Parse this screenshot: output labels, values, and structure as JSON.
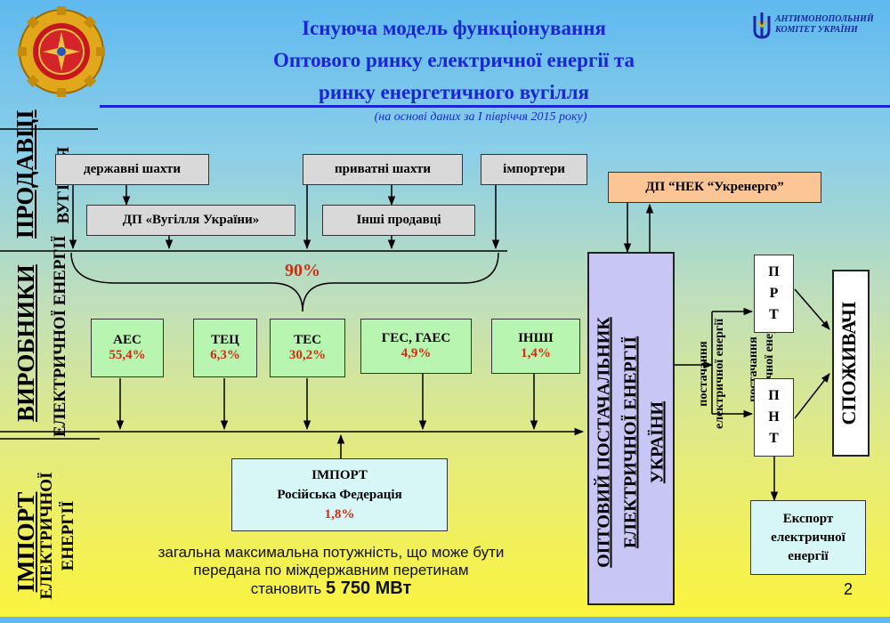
{
  "header": {
    "title_line1": "Існуюча модель функціонування",
    "title_line2": "Оптового ринку електричної енергії та",
    "title_line3": "ринку енергетичного вугілля",
    "subtitle": "(на основі даних за І півріччя 2015 року)",
    "logo_right_line1": "АНТИМОНОПОЛЬНИЙ",
    "logo_right_line2": "КОМІТЕТ УКРАЇНИ"
  },
  "side_labels": {
    "sellers_main": "ПРОДАВЦІ",
    "sellers_sub": "ВУГІЛЛЯ",
    "producers_main": "ВИРОБНИКИ",
    "producers_sub": "ЕЛЕКТРИЧНОЇ ЕНЕРГІЇ",
    "import_main": "ІМПОРТ",
    "import_sub": "ЕЛЕКТРИЧНОЇ ЕНЕРГІЇ"
  },
  "coal": {
    "state_mines": "державні шахти",
    "private_mines": "приватні шахти",
    "importers": "імпортери",
    "dp_coal": "ДП «Вугілля України»",
    "other_sellers": "Інші продавці",
    "share": "90%"
  },
  "producers": [
    {
      "name": "АЕС",
      "pct": "55,4%"
    },
    {
      "name": "ТЕЦ",
      "pct": "6,3%"
    },
    {
      "name": "ТЕС",
      "pct": "30,2%"
    },
    {
      "name": "ГЕС, ГАЕС",
      "pct": "4,9%"
    },
    {
      "name": "ІНШІ",
      "pct": "1,4%"
    }
  ],
  "import": {
    "title": "ІМПОРТ",
    "country": "Російська Федерація",
    "pct": "1,8%"
  },
  "bottom_note": {
    "line1": "загальна максимальна потужність, що може бути",
    "line2": "передана по міждержавним перетинам",
    "line3_prefix": "становить",
    "line3_value": "5 750 МВт"
  },
  "nek": "ДП “НЕК “Укренерго”",
  "wholesale": {
    "line1": "ОПТОВИЙ ПОСТАЧАЛЬНИК",
    "line2": "ЕЛЕКТРИЧНОЇ ЕНЕРГІЇ",
    "line3": "УКРАЇНИ"
  },
  "supply_label_line1": "постачання",
  "supply_label_line2": "електричної енергії",
  "supply_label2_line1": "постачання",
  "supply_label2_line2": "електричної енергії",
  "prt": [
    "П",
    "Р",
    "Т"
  ],
  "pnt": [
    "П",
    "Н",
    "Т"
  ],
  "consumers": "СПОЖИВАЧІ",
  "export": {
    "line1": "Експорт",
    "line2": "електричної",
    "line3": "енергії"
  },
  "page_number": "2"
}
